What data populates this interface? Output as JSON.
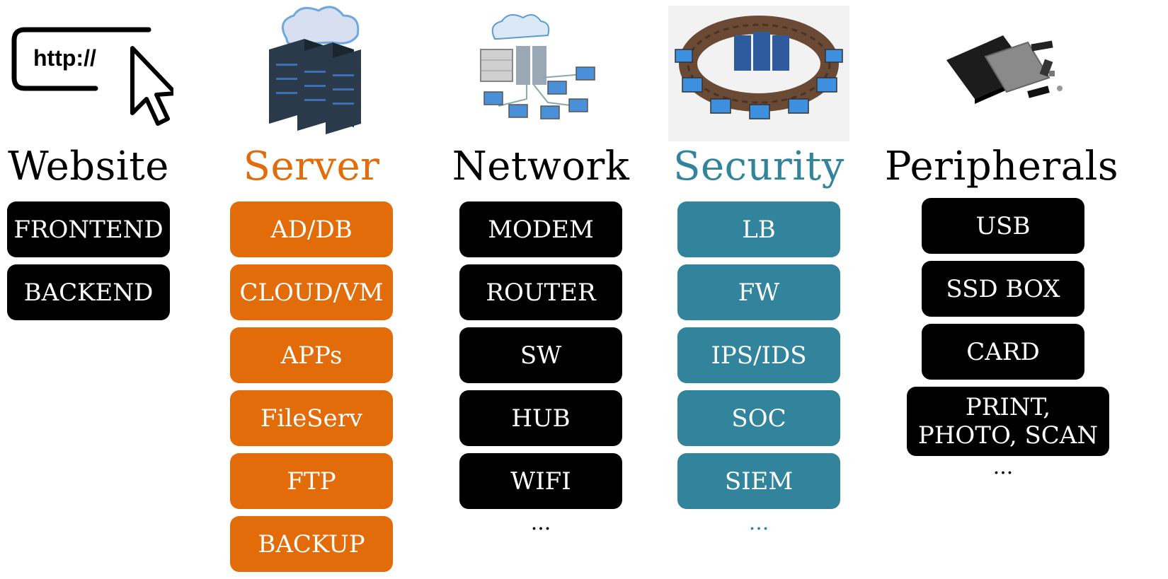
{
  "colors": {
    "black": "#000000",
    "orange": "#e36c0a",
    "teal": "#31849b"
  },
  "columns": [
    {
      "key": "website",
      "icon": "browser-url-icon",
      "title": "Website",
      "title_color": "#000000",
      "items": [
        "FRONTEND",
        "BACKEND"
      ],
      "more": ""
    },
    {
      "key": "server",
      "icon": "server-cloud-icon",
      "title": "Server",
      "title_color": "#e36c0a",
      "items": [
        "AD/DB",
        "CLOUD/VM",
        "APPs",
        "FileServ",
        "FTP",
        "BACKUP"
      ],
      "more": ""
    },
    {
      "key": "network",
      "icon": "network-topology-icon",
      "title": "Network",
      "title_color": "#000000",
      "items": [
        "MODEM",
        "ROUTER",
        "SW",
        "HUB",
        "WIFI"
      ],
      "more": "..."
    },
    {
      "key": "security",
      "icon": "firewall-ring-icon",
      "title": "Security",
      "title_color": "#31849b",
      "items": [
        "LB",
        "FW",
        "IPS/IDS",
        "SOC",
        "SIEM"
      ],
      "more": "..."
    },
    {
      "key": "peripherals",
      "icon": "storage-devices-icon",
      "title": "Peripherals",
      "title_color": "#000000",
      "items": [
        "USB",
        "SSD BOX",
        "CARD"
      ],
      "multiline_item": [
        "PRINT,",
        "PHOTO, SCAN"
      ],
      "more": "..."
    }
  ]
}
